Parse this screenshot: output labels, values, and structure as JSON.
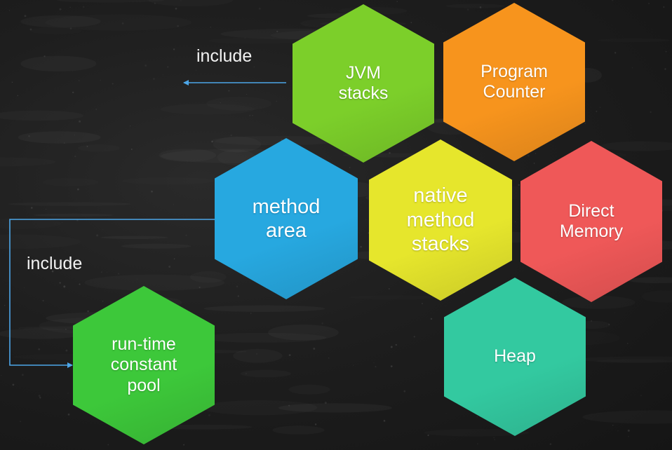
{
  "diagram": {
    "nodes": [
      {
        "id": "jvm",
        "label": "JVM\nstacks",
        "color": "#7ccf2a"
      },
      {
        "id": "pc",
        "label": "Program\nCounter",
        "color": "#f7941d"
      },
      {
        "id": "method",
        "label": "method\narea",
        "color": "#27a8e0"
      },
      {
        "id": "native",
        "label": "native\nmethod\nstacks",
        "color": "#e6e62c"
      },
      {
        "id": "direct",
        "label": "Direct\nMemory",
        "color": "#ef5858"
      },
      {
        "id": "heap",
        "label": "Heap",
        "color": "#33c9a0"
      },
      {
        "id": "pool",
        "label": "run-time\nconstant\npool",
        "color": "#3dc83a"
      }
    ],
    "edges": [
      {
        "from": "jvm",
        "to": "",
        "label": "include"
      },
      {
        "from": "method",
        "to": "pool",
        "label": "include"
      }
    ],
    "arrow_color": "#4da6e8"
  }
}
